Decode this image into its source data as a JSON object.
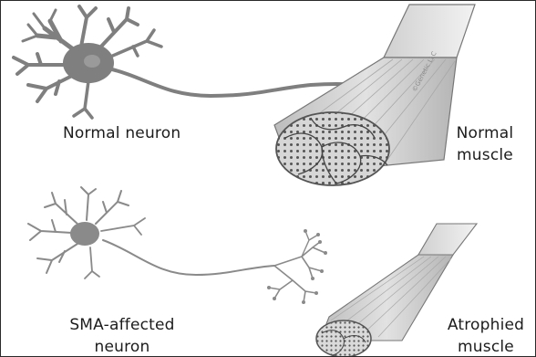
{
  "top": {
    "neuron_label": "Normal neuron",
    "muscle_label_line1": "Normal",
    "muscle_label_line2": "muscle",
    "watermark": "©Genetic LLC"
  },
  "bottom": {
    "neuron_label_line1": "SMA-affected",
    "neuron_label_line2": "neuron",
    "muscle_label_line1": "Atrophied",
    "muscle_label_line2": "muscle"
  },
  "colors": {
    "neuron_fill": "#7f7f7f",
    "muscle_fill": "#c8c8c8",
    "fiber_dot": "#555555",
    "frame": "#2a2a2a"
  }
}
